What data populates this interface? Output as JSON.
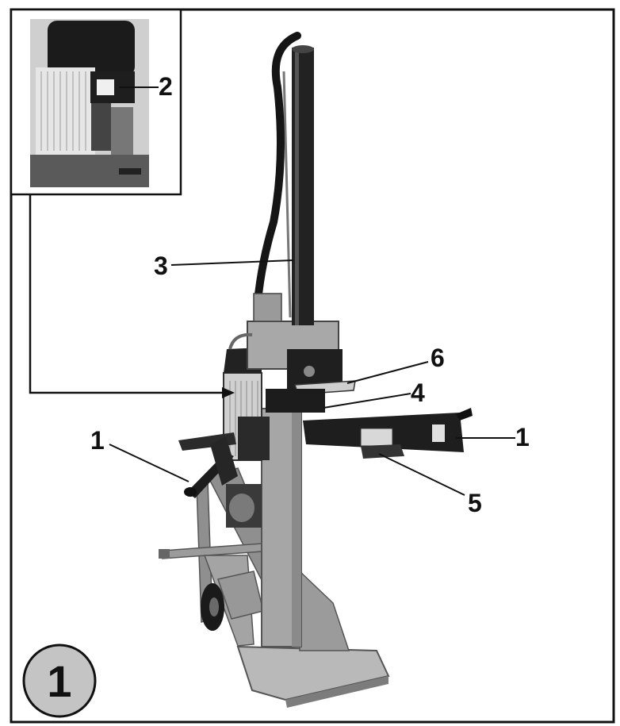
{
  "figure": {
    "number": "1",
    "callouts": {
      "c1_left": "1",
      "c1_right": "1",
      "c2": "2",
      "c3": "3",
      "c4": "4",
      "c5": "5",
      "c6": "6"
    }
  },
  "colors": {
    "frame": "#111111",
    "machine_gray": "#9a9a9a",
    "machine_dark": "#1c1c1c",
    "badge_fill": "#c4c4c4"
  }
}
